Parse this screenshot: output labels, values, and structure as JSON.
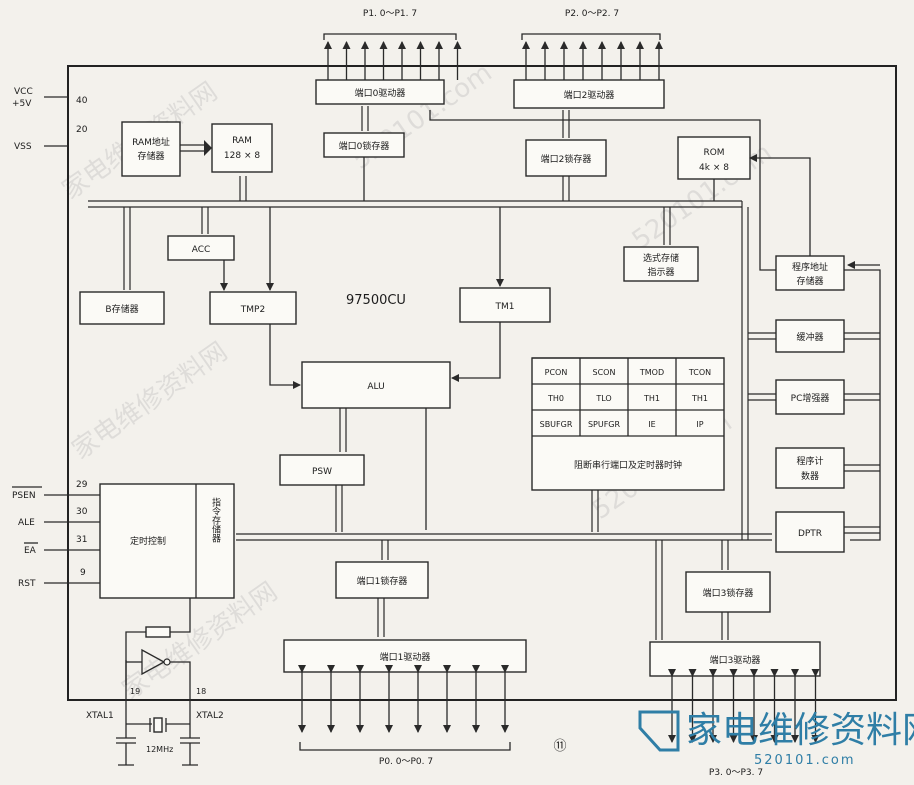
{
  "chip_name": "97500CU",
  "blocks": {
    "port0_driver": "端口0驱动器",
    "port2_driver": "端口2驱动器",
    "port0_latch": "端口0锁存器",
    "port2_latch": "端口2锁存器",
    "ram_addr": [
      "RAM地址",
      "存储器"
    ],
    "ram": [
      "RAM",
      "128 × 8"
    ],
    "rom": [
      "ROM",
      "4k × 8"
    ],
    "acc": "ACC",
    "b_reg": "B存储器",
    "tmp2": "TMP2",
    "tm1": "TM1",
    "stack_ptr": [
      "选式存储",
      "指示器"
    ],
    "prog_addr": [
      "程序地址",
      "存储器"
    ],
    "buffer": "缓冲器",
    "pc_inc": "PC增强器",
    "pc": [
      "程序计",
      "数器"
    ],
    "dptr": "DPTR",
    "alu": "ALU",
    "psw": "PSW",
    "timing": "定时控制",
    "instr_reg": "指令存储器",
    "port1_latch": "端口1锁存器",
    "port1_driver": "端口1驱动器",
    "port3_latch": "端口3锁存器",
    "port3_driver": "端口3驱动器",
    "sfr_caption": "阻断串行端口及定时器时钟"
  },
  "sfr_grid": [
    [
      "PCON",
      "SCON",
      "TMOD",
      "TCON"
    ],
    [
      "TH0",
      "TLO",
      "TH1",
      "TH1"
    ],
    [
      "SBUFGR",
      "SPUFGR",
      "IE",
      "IP"
    ]
  ],
  "ports": {
    "p1": "P1. 0～P1. 7",
    "p2": "P2. 0～P2. 7",
    "p0": "P0. 0～P0. 7",
    "p3": "P3. 0～P3. 7"
  },
  "pins": {
    "vcc": "VCC",
    "vcc_volt": "+5V",
    "vcc_num": "40",
    "vss": "VSS",
    "vss_num": "20",
    "psen": "PSEN",
    "psen_num": "29",
    "ale": "ALE",
    "ale_num": "30",
    "ea": "EA",
    "ea_num": "31",
    "rst": "RST",
    "rst_num": "9",
    "xtal1": "XTAL1",
    "xtal2": "XTAL2",
    "xtal1_num": "19",
    "xtal2_num": "18",
    "crystal": "12MHz"
  },
  "figure_number": "⑪",
  "watermarks": [
    "家电维修资料网",
    "520101.com"
  ],
  "logo": {
    "chinese": "家电维修资料网",
    "url": "520101.com",
    "color": "#2f7ea6"
  }
}
